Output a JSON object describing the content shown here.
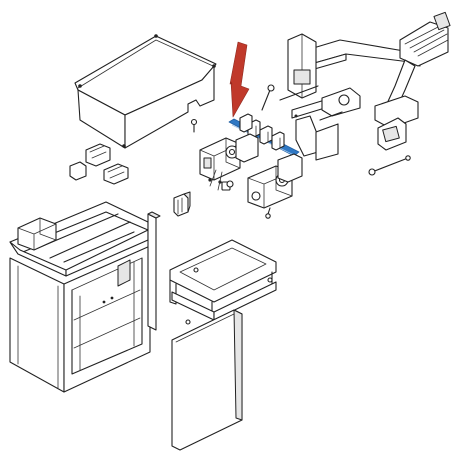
{
  "diagram": {
    "background": "#ffffff",
    "line_color": "#222222",
    "highlight_color": "#2f78c4",
    "arrow_color": "#c0392b",
    "parts": [
      {
        "id": "cover",
        "kind": "housing-cover"
      },
      {
        "id": "arm-assembly",
        "kind": "articulated-arm"
      },
      {
        "id": "gearmotor-upper",
        "kind": "gearmotor"
      },
      {
        "id": "gearmotor-lower",
        "kind": "gearmotor"
      },
      {
        "id": "limit-switch-rail",
        "kind": "highlighted-part",
        "highlighted": true
      },
      {
        "id": "terminal-blocks",
        "kind": "connector"
      },
      {
        "id": "cable-clamp",
        "kind": "clamp"
      },
      {
        "id": "base-frame",
        "kind": "cabinet-frame"
      },
      {
        "id": "side-panel",
        "kind": "panel"
      },
      {
        "id": "mounting-plate",
        "kind": "plate"
      },
      {
        "id": "front-door",
        "kind": "door"
      },
      {
        "id": "screw-rod",
        "kind": "fastener"
      },
      {
        "id": "pin",
        "kind": "fastener"
      }
    ]
  }
}
